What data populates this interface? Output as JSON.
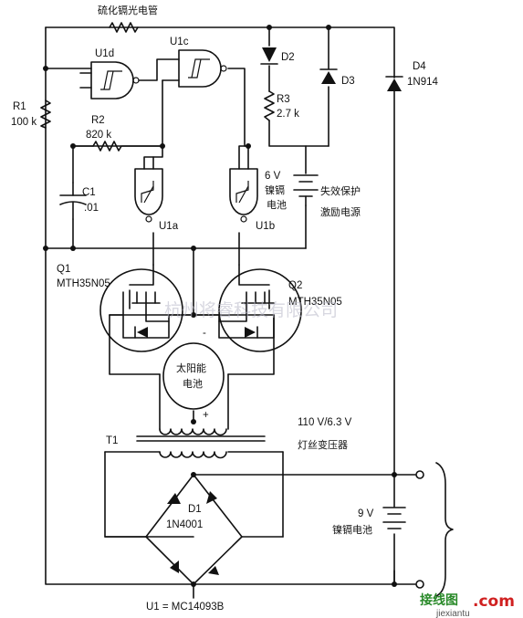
{
  "title": "硫化镉光电管",
  "gates": {
    "u1d": "U1d",
    "u1c": "U1c",
    "u1a": "U1a",
    "u1b": "U1b"
  },
  "resistors": {
    "r1": "R1",
    "r1_value": "100 k",
    "r2": "R2",
    "r2_value": "820 k",
    "r3": "R3",
    "r3_value": "2.7 k"
  },
  "capacitor": {
    "name": "C1",
    "value": ".01"
  },
  "diodes": {
    "d1": "D1",
    "d1_part": "1N4001",
    "d2": "D2",
    "d3": "D3",
    "d4": "D4",
    "d4_part": "1N914"
  },
  "battery_6v": {
    "line1": "6 V",
    "line2": "镍镉",
    "line3": "电池"
  },
  "failsafe": {
    "line1": "失效保护",
    "line2": "激励电源"
  },
  "mosfets": {
    "q1": "Q1",
    "q1_part": "MTH35N05",
    "q2": "Q2",
    "q2_part": "MTH35N05"
  },
  "solar": {
    "line1": "太阳能",
    "line2": "电池",
    "minus": "-",
    "plus": "+"
  },
  "transformer": {
    "name": "T1",
    "rating": "110 V/6.3 V",
    "desc": "灯丝变压器"
  },
  "battery_9v": {
    "line1": "9 V",
    "line2": "镍镉电池"
  },
  "footer": "U1 = MC14093B",
  "watermark": "杭州将睿科技有限公司",
  "logo": {
    "part1": "接线图",
    "part2": ".com",
    "sub": "jiexiantu"
  }
}
